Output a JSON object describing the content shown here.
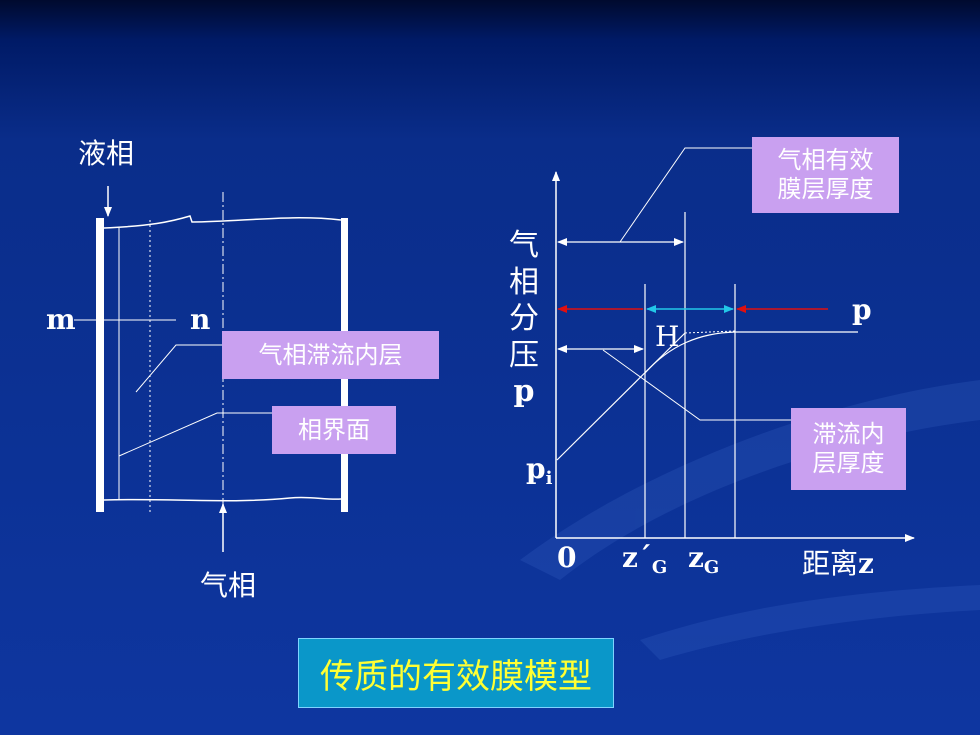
{
  "left_diagram": {
    "liquid_label": "液相",
    "gas_label": "气相",
    "m_label": "m",
    "n_label": "n",
    "inner_layer_box": "气相滞流内层",
    "interface_box": "相界面"
  },
  "right_diagram": {
    "y_axis_label_chars": [
      "气",
      "相",
      "分",
      "压",
      "p"
    ],
    "effective_film_box_line1": "气相有效",
    "effective_film_box_line2": "膜层厚度",
    "laminar_box_line1": "滞流内",
    "laminar_box_line2": "层厚度",
    "p_label": "p",
    "H_label": "H",
    "pi_main": "p",
    "pi_sub": "i",
    "origin_label": "0",
    "zg_prime_main": "z´",
    "zg_prime_sub": "G",
    "zg_main": "z",
    "zg_sub": "G",
    "x_axis_label_zh": "距离",
    "x_axis_label_var": "z"
  },
  "title": "传质的有效膜模型",
  "colors": {
    "box_fill": "#c9a0f0",
    "title_fill": "#0a97c9",
    "title_text": "#ffff33",
    "red_arrow": "#e01010",
    "cyan_arrow": "#22c8e8"
  }
}
